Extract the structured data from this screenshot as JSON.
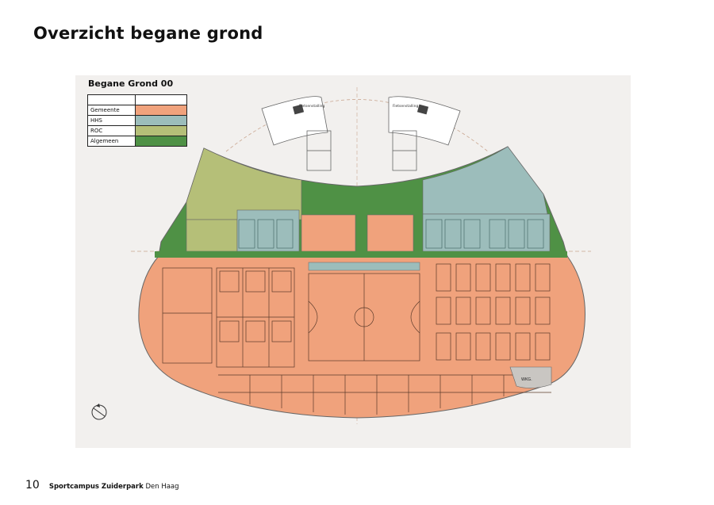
{
  "page": {
    "title": "Overzicht begane grond",
    "number": "10"
  },
  "plan": {
    "title": "Begane Grond 00",
    "legend": [
      {
        "label": "Gemeente",
        "color": "#f0a27c"
      },
      {
        "label": "HHS",
        "color": "#9cbdbb"
      },
      {
        "label": "ROC",
        "color": "#b5bf78"
      },
      {
        "label": "Algemeen",
        "color": "#4f9145"
      }
    ],
    "labels": {
      "bike_left": "Fietsenstalling",
      "bike_right": "Fietsenstalling",
      "wkg": "WKG."
    }
  },
  "footer": {
    "brand": "Sportcampus Zuiderpark",
    "city": "Den Haag"
  }
}
